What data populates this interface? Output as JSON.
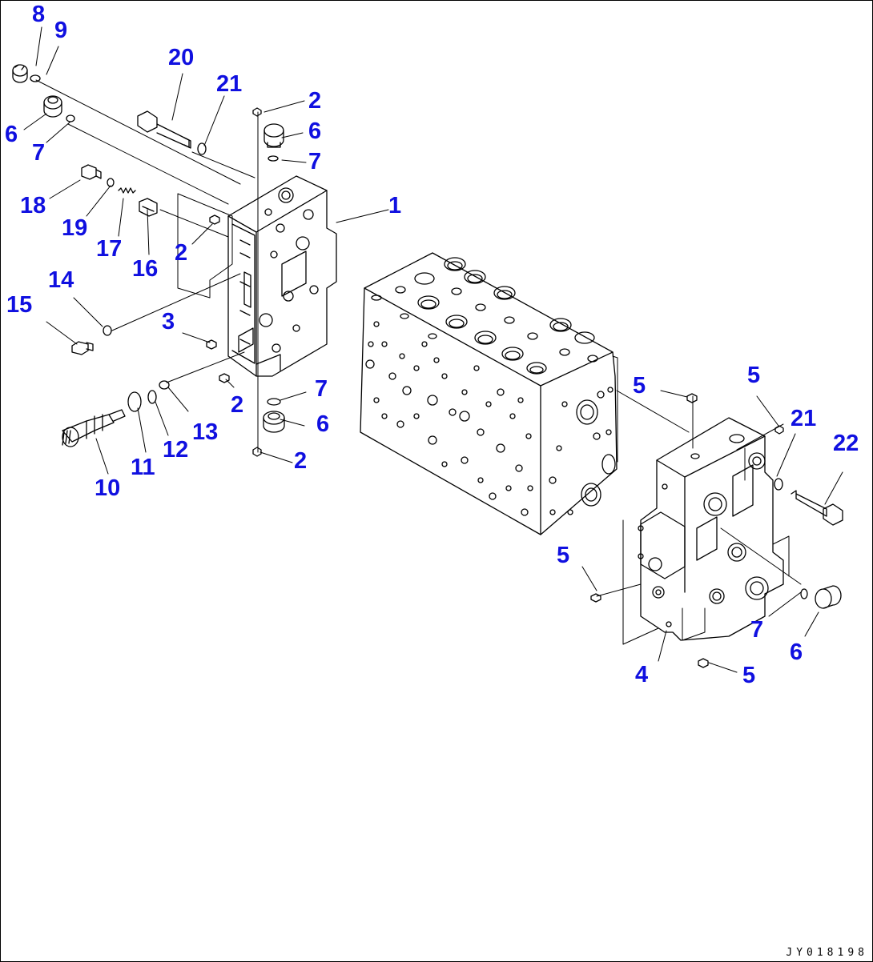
{
  "colors": {
    "callout": "#1010e0",
    "line": "#000000",
    "background": "#ffffff"
  },
  "drawing_code": "JY018198",
  "callouts": [
    {
      "id": "c8",
      "label": "8"
    },
    {
      "id": "c9",
      "label": "9"
    },
    {
      "id": "c20",
      "label": "20"
    },
    {
      "id": "c21a",
      "label": "21"
    },
    {
      "id": "c2a",
      "label": "2"
    },
    {
      "id": "c6a",
      "label": "6"
    },
    {
      "id": "c7a",
      "label": "7"
    },
    {
      "id": "c6b",
      "label": "6"
    },
    {
      "id": "c7b",
      "label": "7"
    },
    {
      "id": "c1",
      "label": "1"
    },
    {
      "id": "c18",
      "label": "18"
    },
    {
      "id": "c19",
      "label": "19"
    },
    {
      "id": "c17",
      "label": "17"
    },
    {
      "id": "c16",
      "label": "16"
    },
    {
      "id": "c2b",
      "label": "2"
    },
    {
      "id": "c14",
      "label": "14"
    },
    {
      "id": "c15",
      "label": "15"
    },
    {
      "id": "c3",
      "label": "3"
    },
    {
      "id": "c7c",
      "label": "7"
    },
    {
      "id": "c2c",
      "label": "2"
    },
    {
      "id": "c13",
      "label": "13"
    },
    {
      "id": "c6c",
      "label": "6"
    },
    {
      "id": "c12",
      "label": "12"
    },
    {
      "id": "c11",
      "label": "11"
    },
    {
      "id": "c10",
      "label": "10"
    },
    {
      "id": "c2d",
      "label": "2"
    },
    {
      "id": "c5a",
      "label": "5"
    },
    {
      "id": "c5b",
      "label": "5"
    },
    {
      "id": "c21b",
      "label": "21"
    },
    {
      "id": "c22",
      "label": "22"
    },
    {
      "id": "c5c",
      "label": "5"
    },
    {
      "id": "c7d",
      "label": "7"
    },
    {
      "id": "c6d",
      "label": "6"
    },
    {
      "id": "c4",
      "label": "4"
    },
    {
      "id": "c5d",
      "label": "5"
    }
  ]
}
